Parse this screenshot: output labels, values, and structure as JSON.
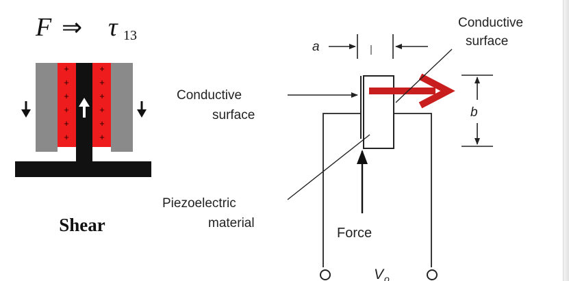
{
  "equation": {
    "lhs": "F",
    "arrow": "⇒",
    "tau": "τ",
    "subscript": "13"
  },
  "shear_figure": {
    "caption": "Shear",
    "plus_sign": "+",
    "colors": {
      "electrode": "#8a8a8a",
      "piezo": "#ee1c1c",
      "base": "#111111"
    }
  },
  "labels": {
    "a": "a",
    "b": "b",
    "conductive_surface_top_line1": "Conductive",
    "conductive_surface_top_line2": "surface",
    "conductive_surface_left_line1": "Conductive",
    "conductive_surface_left_line2": "surface",
    "piezo_line1": "Piezoelectric",
    "piezo_line2": "material",
    "force": "Force",
    "vo": "V",
    "vo_sub": "o"
  },
  "colors": {
    "red_arrow": "#c81e1e",
    "ink": "#222222"
  }
}
